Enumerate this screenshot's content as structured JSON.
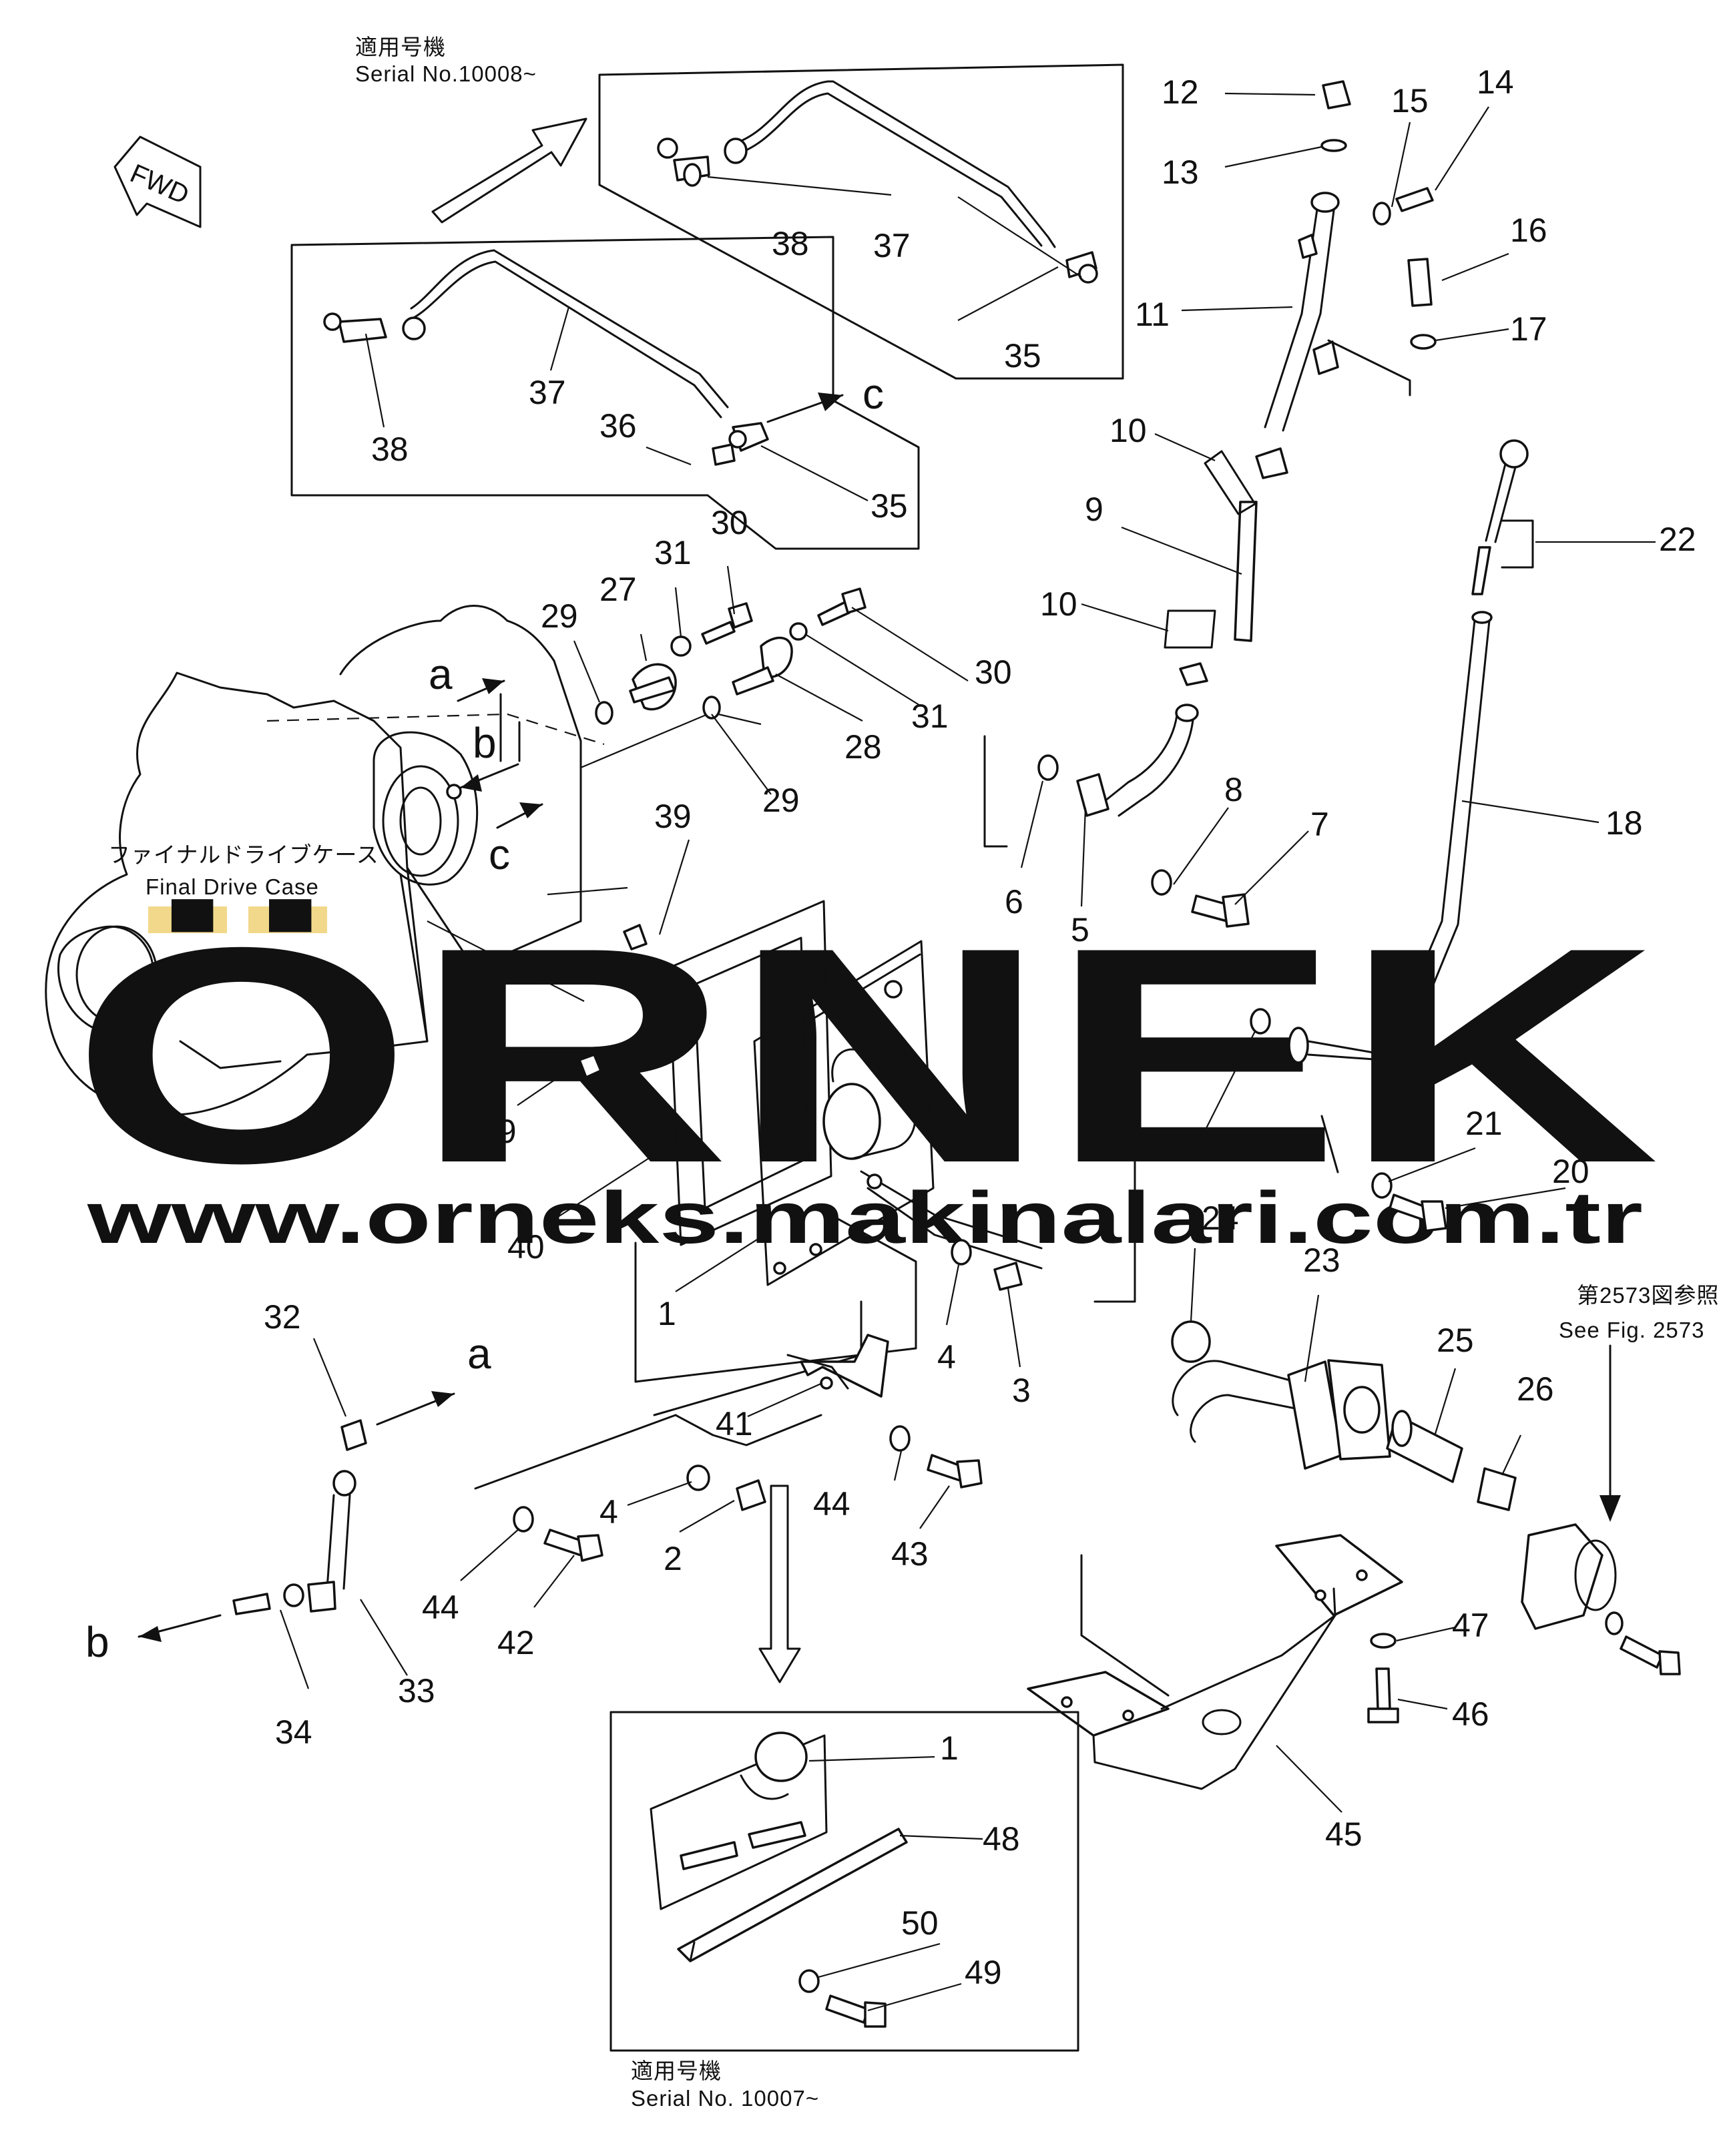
{
  "diagram": {
    "fwd_label": "FWD",
    "notes": {
      "top_jp": "適用号機",
      "top_serial": "Serial No.10008~",
      "bottom_jp": "適用号機",
      "bottom_serial": "Serial No. 10007~",
      "see_fig_jp": "第2573図参照",
      "see_fig_en": "See Fig. 2573",
      "case_jp": "ファイナルドライブケース",
      "case_en": "Final Drive Case"
    },
    "letters": [
      "a",
      "b",
      "c"
    ],
    "callouts": [
      "1",
      "2",
      "3",
      "4",
      "5",
      "6",
      "7",
      "8",
      "9",
      "10",
      "11",
      "12",
      "13",
      "14",
      "15",
      "16",
      "17",
      "18",
      "19",
      "20",
      "21",
      "22",
      "23",
      "24",
      "25",
      "26",
      "27",
      "28",
      "29",
      "30",
      "31",
      "32",
      "33",
      "34",
      "35",
      "36",
      "37",
      "38",
      "39",
      "40",
      "41",
      "42",
      "43",
      "44",
      "45",
      "46",
      "47",
      "48",
      "49",
      "50"
    ]
  },
  "watermark": {
    "brand": "ÖRNEK",
    "url": "www.orneks.makinalari.com.tr",
    "brand_color": "#d0d0d6",
    "accent_color": "#f2d88a"
  }
}
